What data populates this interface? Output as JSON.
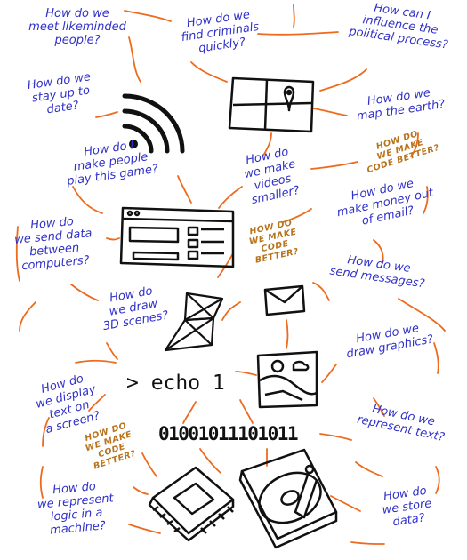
{
  "questions": {
    "meet": "How do we\nmeet likeminded\npeople?",
    "criminals": "How do we\nfind criminals\nquickly?",
    "political": "How can I\ninfluence the\npolitical process?",
    "date": "How do we\nstay up to\ndate?",
    "map": "How do we\nmap the earth?",
    "game": "How do I\nmake people\nplay this game?",
    "videos": "How do\nwe make\nvideos\nsmaller?",
    "money": "How do we\nmake money out\nof email?",
    "send_data": "How do\nwe send data\nbetween\ncomputers?",
    "messages": "How do we\nsend messages?",
    "scenes": "How do\nwe draw\n3D scenes?",
    "graphics": "How do we\ndraw graphics?",
    "display_text": "How do\nwe display\ntext on\na screen?",
    "represent_text": "How do we\nrepresent text?",
    "logic": "How do\nwe represent\nlogic in a\nmachine?",
    "store": "How do\nwe store\ndata?"
  },
  "notes": {
    "code_top_right": "HOW DO\nWE MAKE\nCODE BETTER?",
    "code_middle": "HOW DO\nWE MAKE\nCODE\nBETTER?",
    "code_bottom_left": "HOW DO\nWE MAKE\nCODE\nBETTER?"
  },
  "console_text": "> echo 1",
  "binary_text": "01001011101011",
  "icons": [
    "rss-icon",
    "map-icon",
    "browser-window-icon",
    "envelope-icon",
    "wireframe-3d-icon",
    "image-icon",
    "cpu-chip-icon",
    "hard-disk-icon"
  ],
  "colors": {
    "question_text": "#3030c8",
    "note_text": "#b8741c",
    "connector": "#ee6a1c",
    "ink": "#111111"
  }
}
